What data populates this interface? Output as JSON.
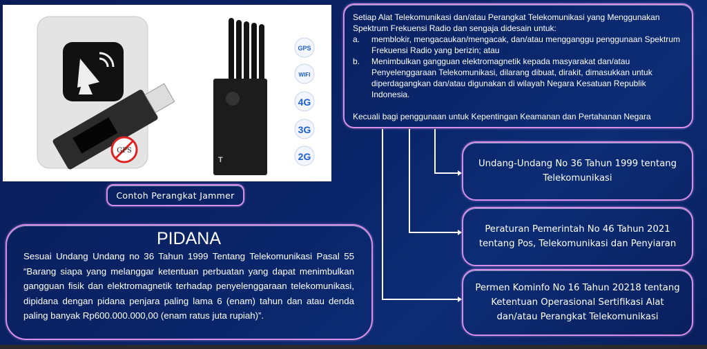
{
  "image_panel": {
    "badges": [
      "GPS",
      "WIFI",
      "4G",
      "3G",
      "2G"
    ],
    "usb_label": "GPS",
    "caption": "Contoh Perangkat Jammer"
  },
  "rule": {
    "intro": "Setiap Alat Telekomunikasi dan/atau Perangkat Telekomunikasi yang Menggunakan Spektrum Frekuensi Radio dan sengaja didesain untuk:",
    "items": [
      {
        "marker": "a.",
        "text": "memblokir, mengacaukan/mengacak, dan/atau mengganggu penggunaan Spektrum Frekuensi Radio yang berizin; atau"
      },
      {
        "marker": "b.",
        "text": "Menimbulkan gangguan elektromagnetik kepada masyarakat dan/atau Penyelenggaraan Telekomunikasi, dilarang dibuat, dirakit, dimasukkan untuk diperdagangkan dan/atau digunakan di wilayah Negara Kesatuan Republik Indonesia."
      }
    ],
    "exception": "Kecuali bagi penggunaan untuk Kepentingan Keamanan dan Pertahanan Negara"
  },
  "references": [
    "Undang-Undang No 36 Tahun 1999 tentang Telekomunikasi",
    "Peraturan Pemerintah No 46 Tahun 2021 tentang Pos, Telekomunikasi dan Penyiaran",
    "Permen Kominfo No 16 Tahun 20218 tentang Ketentuan Operasional Sertifikasi Alat dan/atau Perangkat Telekomunikasi"
  ],
  "pidana": {
    "title": "PIDANA",
    "text": "Sesuai Undang Undang no 36 Tahun 1999 Tentang Telekomunikasi Pasal 55 “Barang siapa yang melanggar ketentuan perbuatan yang dapat menimbulkan gangguan fisik dan elektromagnetik terhadap penyelenggaraan telekomunikasi, dipidana dengan pidana penjara paling lama 6 (enam) tahun dan atau denda paling banyak Rp600.000.000,00 (enam ratus juta rupiah)”."
  },
  "colors": {
    "border": "#d78ee8",
    "background": "#0a2467"
  }
}
